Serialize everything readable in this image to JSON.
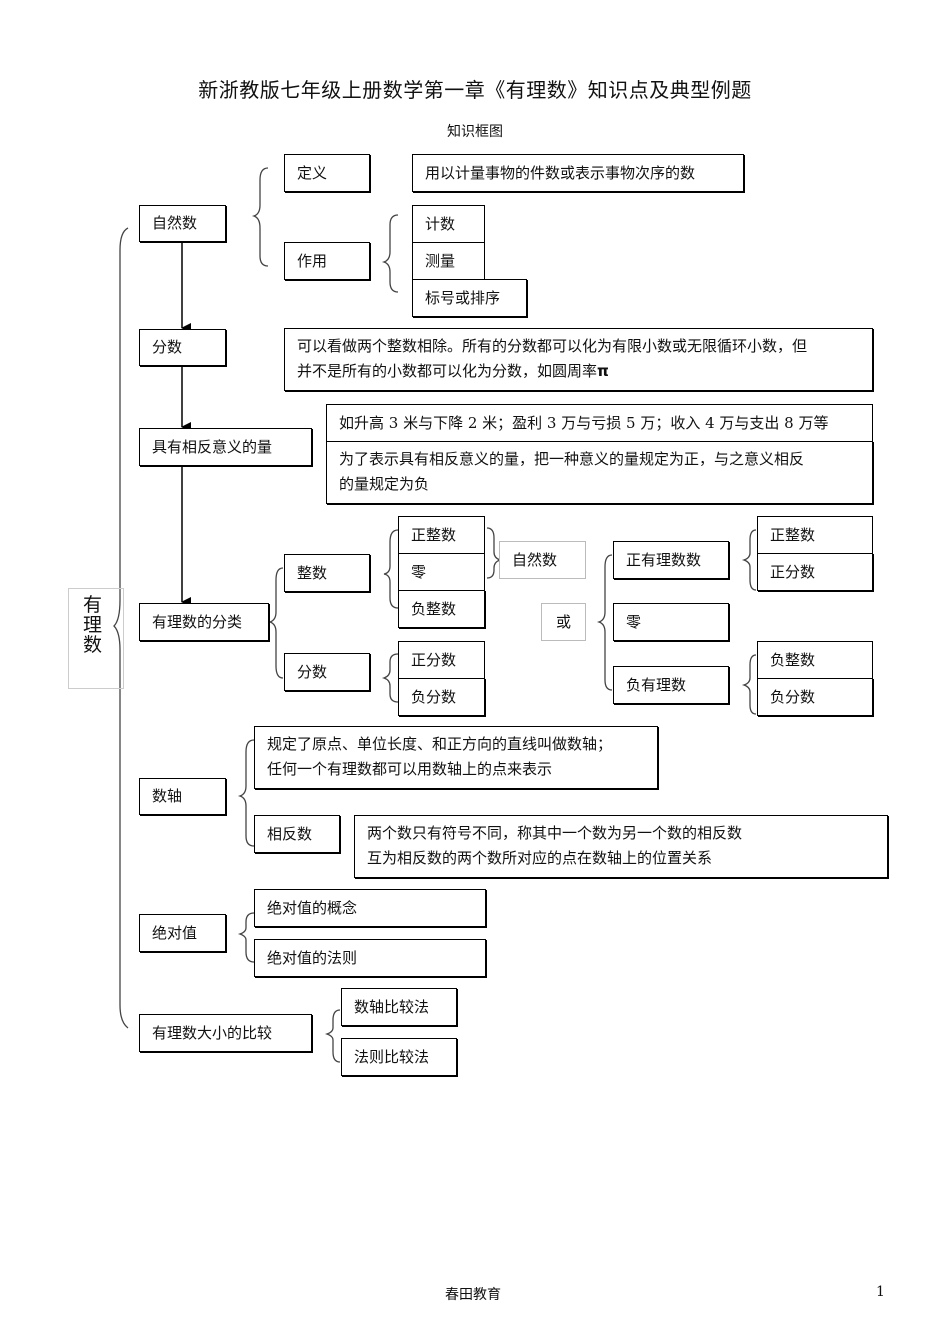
{
  "document": {
    "title": "新浙教版七年级上册数学第一章《有理数》知识点及典型例题",
    "subtitle": "知识框图",
    "root_label": [
      "有",
      "理",
      "数"
    ]
  },
  "natural_numbers": {
    "label": "自然数",
    "definition_label": "定义",
    "definition_text": "用以计量事物的件数或表示事物次序的数",
    "usage_label": "作用",
    "usages": [
      "计数",
      "测量",
      "标号或排序"
    ]
  },
  "fractions": {
    "label": "分数",
    "text_line1": "可以看做两个整数相除。所有的分数都可以化为有限小数或无限循环小数，但",
    "text_line2": "并不是所有的小数都可以化为分数，如圆周率",
    "pi_symbol": "π"
  },
  "opposite_quantities": {
    "label": "具有相反意义的量",
    "example": "如升高 3 米与下降 2 米；盈利 3 万与亏损 5 万；收入 4 万与支出 8 万等",
    "rule_line1": "为了表示具有相反意义的量，把一种意义的量规定为正，与之意义相反",
    "rule_line2": "的量规定为负"
  },
  "classification": {
    "label": "有理数的分类",
    "integer_label": "整数",
    "integer_items": [
      "正整数",
      "零",
      "负整数"
    ],
    "natural_group_label": "自然数",
    "fraction_label": "分数",
    "fraction_items": [
      "正分数",
      "负分数"
    ],
    "or_label": "或",
    "positive_label": "正有理数数",
    "positive_items": [
      "正整数",
      "正分数"
    ],
    "zero_label": "零",
    "negative_label": "负有理数",
    "negative_items": [
      "负整数",
      "负分数"
    ]
  },
  "number_line": {
    "label": "数轴",
    "definition_line1": "规定了原点、单位长度、和正方向的直线叫做数轴；",
    "definition_line2": "任何一个有理数都可以用数轴上的点来表示",
    "opposite_label": "相反数",
    "opposite_line1": "两个数只有符号不同，称其中一个数为另一个数的相反数",
    "opposite_line2": "互为相反数的两个数所对应的点在数轴上的位置关系"
  },
  "absolute_value": {
    "label": "绝对值",
    "items": [
      "绝对值的概念",
      "绝对值的法则"
    ]
  },
  "comparison": {
    "label": "有理数大小的比较",
    "items": [
      "数轴比较法",
      "法则比较法"
    ]
  },
  "footer": {
    "publisher": "春田教育",
    "page_number": "1"
  }
}
